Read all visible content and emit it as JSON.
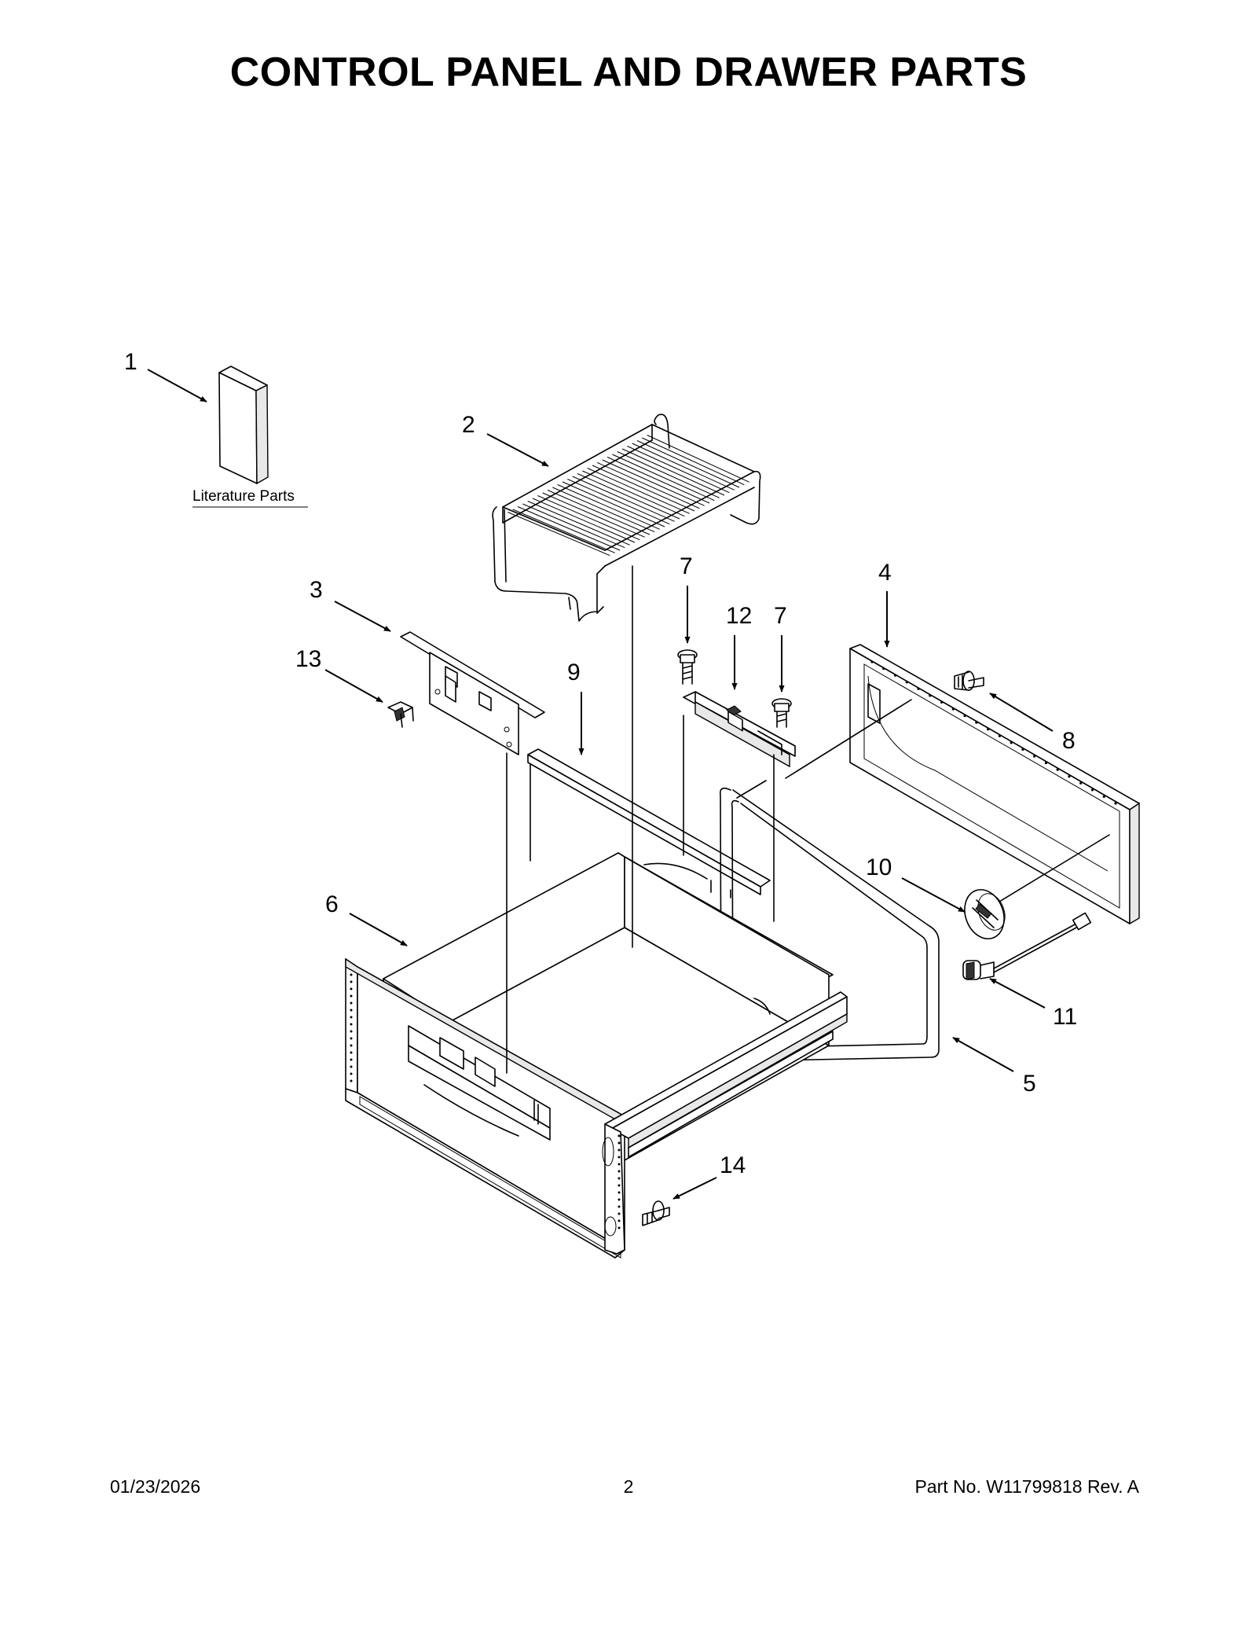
{
  "title": "CONTROL PANEL AND DRAWER PARTS",
  "literature_label": "Literature Parts",
  "callouts": [
    {
      "id": "c1",
      "text": "1"
    },
    {
      "id": "c2",
      "text": "2"
    },
    {
      "id": "c3",
      "text": "3"
    },
    {
      "id": "c4",
      "text": "4"
    },
    {
      "id": "c5",
      "text": "5"
    },
    {
      "id": "c6",
      "text": "6"
    },
    {
      "id": "c7a",
      "text": "7"
    },
    {
      "id": "c7b",
      "text": "7"
    },
    {
      "id": "c8",
      "text": "8"
    },
    {
      "id": "c9",
      "text": "9"
    },
    {
      "id": "c10",
      "text": "10"
    },
    {
      "id": "c11",
      "text": "11"
    },
    {
      "id": "c12",
      "text": "12"
    },
    {
      "id": "c13",
      "text": "13"
    },
    {
      "id": "c14",
      "text": "14"
    }
  ],
  "footer": {
    "date": "01/23/2026",
    "page": "2",
    "part_no": "Part No.  W11799818   Rev.  A"
  }
}
